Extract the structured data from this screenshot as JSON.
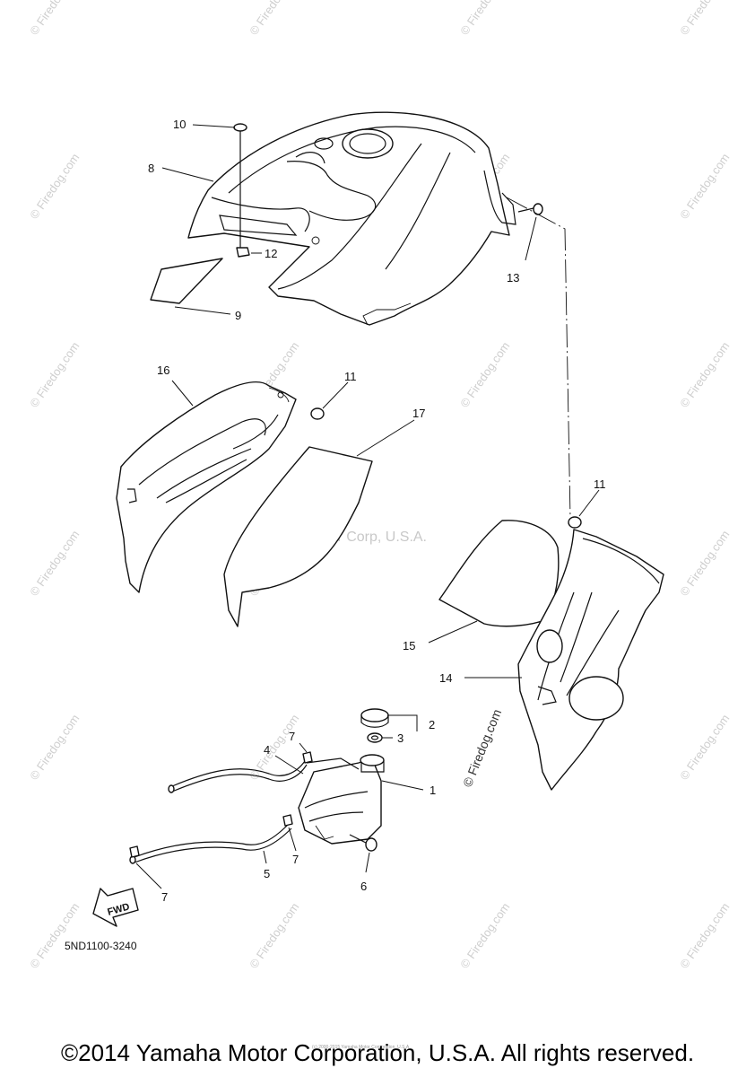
{
  "diagram": {
    "diagram_code": "5ND1100-3240",
    "fwd_label": "FWD",
    "watermark_center": "Yamaha Motor Corp, U.S.A.",
    "watermark_vertical": "© Firedog.com",
    "watermark_repeat": "© Firedog.com",
    "tiny_notice": "(c) 2000-2015 Yamaha Motor Corporation, U.S.A.",
    "callouts": {
      "c1": "1",
      "c2": "2",
      "c3": "3",
      "c4": "4",
      "c5": "5",
      "c6": "6",
      "c7a": "7",
      "c7b": "7",
      "c7c": "7",
      "c8": "8",
      "c9": "9",
      "c10": "10",
      "c11a": "11",
      "c11b": "11",
      "c12": "12",
      "c13": "13",
      "c14": "14",
      "c15": "15",
      "c16": "16",
      "c17": "17"
    }
  },
  "footer": {
    "copyright": "©2014 Yamaha Motor Corporation, U.S.A. All rights reserved."
  }
}
